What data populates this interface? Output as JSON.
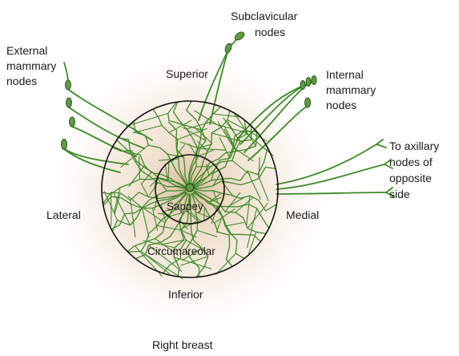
{
  "labels": {
    "subclavicular": [
      "Subclavicular",
      "nodes"
    ],
    "external_mammary": [
      "External",
      "mammary",
      "nodes"
    ],
    "internal_mammary": [
      "Internal",
      "mammary",
      "nodes"
    ],
    "superior": "Superior",
    "axillary_opposite": [
      "To axillary",
      "nodes of",
      "opposite",
      "side"
    ],
    "lateral": "Lateral",
    "medial": "Medial",
    "sappey": "Sappey",
    "circumareolar": "Circumareolar",
    "inferior": "Inferior",
    "caption": "Right breast"
  },
  "colors": {
    "vessel": "#3d8a2a",
    "node": "#5f9a40",
    "glow": "#e8c9a8",
    "outline": "#111111"
  }
}
